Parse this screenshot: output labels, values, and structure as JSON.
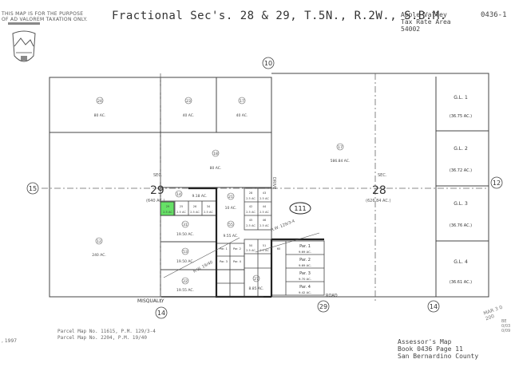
{
  "header": {
    "notice_lines": [
      "THIS MAP IS FOR THE PURPOSE",
      "OF AD VALOREM TAXATION ONLY."
    ],
    "title": "Fractional Sec's. 28 & 29, T.5N., R.2W., S.B.M.",
    "tax_area_lines": [
      "Apple Valley",
      "Tax Rate Area",
      "54002"
    ],
    "map_number": "0436-1"
  },
  "sections": {
    "sec29": "29",
    "sec28": "28",
    "sec_label": "SEC."
  },
  "adjacent_sections": {
    "top": "10",
    "left": "15",
    "right": "12",
    "bottom_left": "14",
    "bottom_mid": "29",
    "bottom_right": "14"
  },
  "roads": {
    "highway": "111",
    "row_label": "R.W. 129/3-4",
    "row_label_2": "R.W. 19/40",
    "bottom_road": "MISQUALLY",
    "bottom_road_suffix": "ROAD",
    "drive": "DRIVE"
  },
  "parcels": [
    {
      "id": "24",
      "acres": "80 AC."
    },
    {
      "id": "23",
      "acres": "40 AC."
    },
    {
      "id": "17",
      "acres": "40 AC."
    },
    {
      "id": "17",
      "acres": "586.84 AC."
    },
    {
      "id": "12",
      "acres": "240 AC."
    },
    {
      "id": "18",
      "acres": "80 AC."
    },
    {
      "id": "14",
      "acres": "9.18 AC."
    },
    {
      "id": "21",
      "acres": "10 AC."
    },
    {
      "id": "31",
      "acres": "19.50 AC."
    },
    {
      "id": "53",
      "acres": "19.50 AC."
    },
    {
      "id": "55",
      "acres": "9.55 AC."
    },
    {
      "id": "22",
      "acres": "19.55 AC."
    },
    {
      "id": "27",
      "acres": "8.85 AC."
    }
  ],
  "sec_acres": {
    "sec29": "(640 AC.)",
    "sec28": "(626.84 AC.)"
  },
  "small_parcels": [
    "25",
    "26",
    "34",
    "28",
    "43",
    "42",
    "44",
    "45",
    "46",
    "50",
    "51",
    "60"
  ],
  "small_acre": "2.5 AC",
  "highlighted_parcel": {
    "id": "29",
    "acres": "2.5 AC",
    "color": "#66e066"
  },
  "pars": [
    {
      "label": "Par. 1",
      "acres": "9.69 AC."
    },
    {
      "label": "Par. 2",
      "acres": "9.69 AC."
    },
    {
      "label": "Par. 3",
      "acres": "9.70 AC."
    },
    {
      "label": "Par. 4",
      "acres": "9.42 AC."
    }
  ],
  "gov_lots": [
    {
      "label": "G.L. 1",
      "acres": "(36.75 AC.)"
    },
    {
      "label": "G.L. 2",
      "acres": "(36.72 AC.)"
    },
    {
      "label": "G.L. 3",
      "acres": "(36.76 AC.)"
    },
    {
      "label": "G.L. 4",
      "acres": "(36.61 AC.)"
    }
  ],
  "footer": {
    "lines": [
      "Assessor's Map",
      "Book 0436 Page 11",
      "San Bernardino County"
    ],
    "parcel_maps": [
      "Parcel Map No. 11615, P.M. 129/3-4",
      "Parcel Map No. 2204, P.M. 19/40"
    ],
    "year": ", 1997",
    "stamp": "MAR 3 0 200",
    "edge_marks": [
      "BE",
      "0/03",
      "0/09"
    ]
  },
  "colors": {
    "lines": "#444444",
    "highlight": "#66e066"
  }
}
